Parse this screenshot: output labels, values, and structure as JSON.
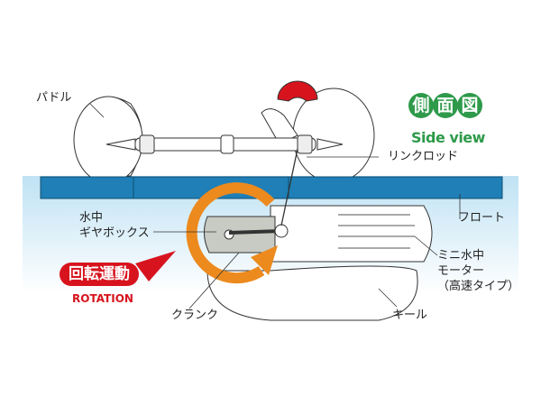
{
  "title": {
    "chars": [
      "側",
      "面",
      "図"
    ],
    "subtitle": "Side view"
  },
  "labels": {
    "paddle": "パドル",
    "link_rod": "リンクロッド",
    "gearbox_line1": "水中",
    "gearbox_line2": "ギヤボックス",
    "float": "フロート",
    "motor_line1": "ミニ水中",
    "motor_line2": "モーター",
    "motor_line3": "（高速タイプ）",
    "crank": "クランク",
    "keel": "キール"
  },
  "rotation": {
    "jp": "回転運動",
    "en": "ROTATION"
  },
  "colors": {
    "green": "#2e9a4a",
    "orange": "#ec8a1e",
    "red": "#d7141e",
    "float": "#1f7fb6",
    "water": "#cfe8f5"
  }
}
